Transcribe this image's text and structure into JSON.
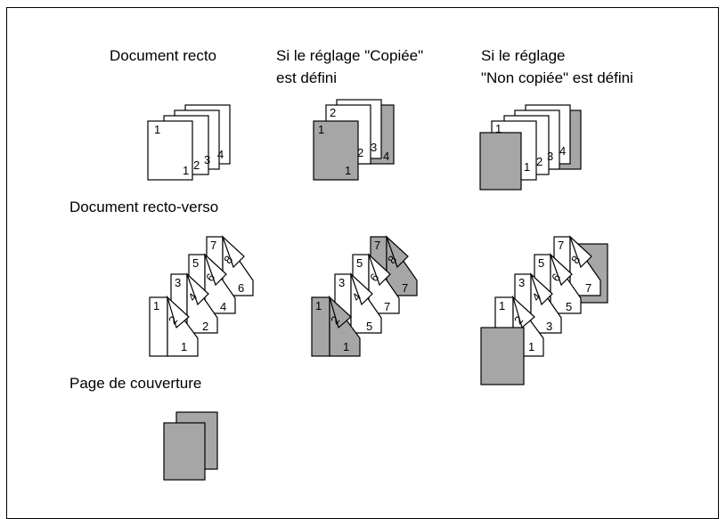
{
  "headers": {
    "simplex": "Document recto",
    "copied_line1": "Si le réglage \"Copiée\"",
    "copied_line2": "est défini",
    "not_copied_line1": "Si le réglage",
    "not_copied_line2": "\"Non copiée\" est défini"
  },
  "rows": {
    "duplex": "Document recto-verso",
    "cover": "Page de couverture"
  },
  "colors": {
    "cover_sheet": "#a6a6a6",
    "paper": "#ffffff",
    "line": "#000000"
  },
  "simplex_pages": [
    "1",
    "2",
    "3",
    "4"
  ],
  "duplex_pages": [
    [
      "1",
      "2"
    ],
    [
      "3",
      "4"
    ],
    [
      "5",
      "6"
    ],
    [
      "7",
      "8"
    ]
  ],
  "legend_note": ""
}
